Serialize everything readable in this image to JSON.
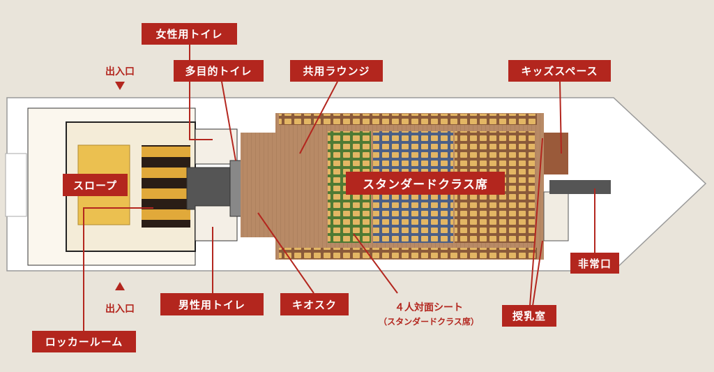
{
  "labels": {
    "womens_toilet": "女性用トイレ",
    "multipurpose_toilet": "多目的トイレ",
    "shared_lounge": "共用ラウンジ",
    "kids_space": "キッズスペース",
    "slope": "スロープ",
    "standard_class": "スタンダードクラス席",
    "emergency_exit": "非常口",
    "mens_toilet": "男性用トイレ",
    "kiosk": "キオスク",
    "four_seat_line1": "４人対面シート",
    "four_seat_line2": "（スタンダードクラス席）",
    "nursing_room": "授乳室",
    "locker_room": "ロッカールーム",
    "entrance_top": "出入口",
    "entrance_bottom": "出入口"
  },
  "colors": {
    "accent": "#b3261e",
    "background": "#e9e4da"
  }
}
